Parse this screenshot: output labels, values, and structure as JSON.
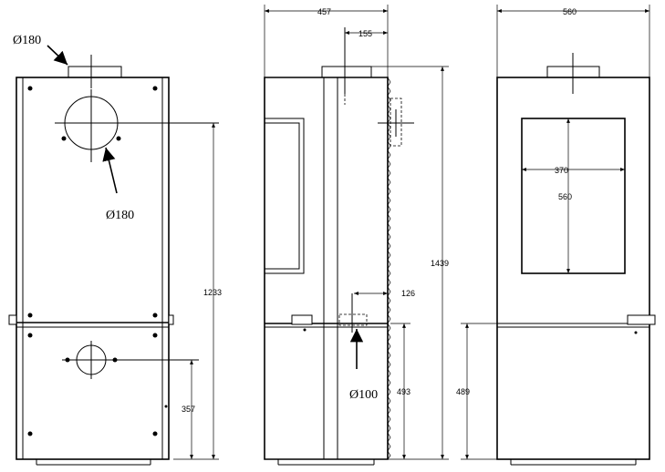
{
  "front_view": {
    "flue_top_label": "Ø180",
    "flue_rear_label": "Ø180",
    "dim_height": "1233",
    "dim_lower_outlet": "357"
  },
  "side_view": {
    "dim_depth": "457",
    "dim_flue_offset": "155",
    "dim_total_height": "1439",
    "dim_air_inlet_offset": "126",
    "dim_base_height": "493",
    "air_inlet_label": "Ø100"
  },
  "rear_view": {
    "dim_width": "560",
    "dim_window_width": "370",
    "dim_window_height": "560",
    "dim_base_height": "489"
  }
}
